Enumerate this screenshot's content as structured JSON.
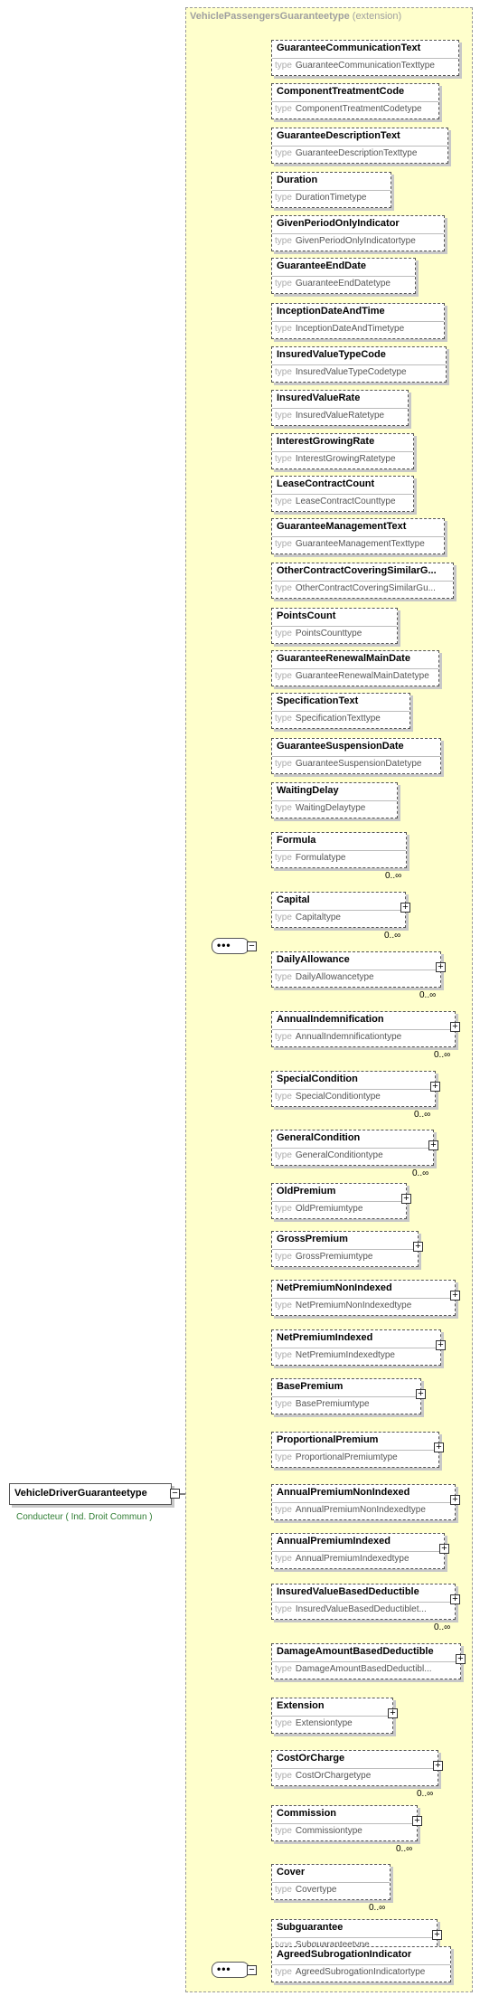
{
  "root": {
    "name": "VehicleDriverGuaranteetype",
    "documentation": "Conducteur ( Ind. Droit Commun )"
  },
  "extension": {
    "name": "VehiclePassengersGuaranteetype",
    "kind": "(extension)"
  },
  "type_keyword": "type",
  "elements": [
    {
      "name": "GuaranteeCommunicationText",
      "type": "GuaranteeCommunicationTexttype",
      "optional": true
    },
    {
      "name": "ComponentTreatmentCode",
      "type": "ComponentTreatmentCodetype",
      "optional": true
    },
    {
      "name": "GuaranteeDescriptionText",
      "type": "GuaranteeDescriptionTexttype",
      "optional": true
    },
    {
      "name": "Duration",
      "type": "DurationTimetype",
      "optional": true
    },
    {
      "name": "GivenPeriodOnlyIndicator",
      "type": "GivenPeriodOnlyIndicatortype",
      "optional": true
    },
    {
      "name": "GuaranteeEndDate",
      "type": "GuaranteeEndDatetype",
      "optional": true
    },
    {
      "name": "InceptionDateAndTime",
      "type": "InceptionDateAndTimetype",
      "optional": true
    },
    {
      "name": "InsuredValueTypeCode",
      "type": "InsuredValueTypeCodetype",
      "optional": true
    },
    {
      "name": "InsuredValueRate",
      "type": "InsuredValueRatetype",
      "optional": true
    },
    {
      "name": "InterestGrowingRate",
      "type": "InterestGrowingRatetype",
      "optional": true
    },
    {
      "name": "LeaseContractCount",
      "type": "LeaseContractCounttype",
      "optional": true
    },
    {
      "name": "GuaranteeManagementText",
      "type": "GuaranteeManagementTexttype",
      "optional": true
    },
    {
      "name": "OtherContractCoveringSimilarG...",
      "type": "OtherContractCoveringSimilarGu...",
      "optional": true
    },
    {
      "name": "PointsCount",
      "type": "PointsCounttype",
      "optional": true
    },
    {
      "name": "GuaranteeRenewalMainDate",
      "type": "GuaranteeRenewalMainDatetype",
      "optional": true
    },
    {
      "name": "SpecificationText",
      "type": "SpecificationTexttype",
      "optional": true
    },
    {
      "name": "GuaranteeSuspensionDate",
      "type": "GuaranteeSuspensionDatetype",
      "optional": true
    },
    {
      "name": "WaitingDelay",
      "type": "WaitingDelaytype",
      "optional": true
    },
    {
      "name": "Formula",
      "type": "Formulatype",
      "optional": true,
      "card": "0..∞"
    },
    {
      "name": "Capital",
      "type": "Capitaltype",
      "optional": true,
      "card": "0..∞",
      "expand": true
    },
    {
      "name": "DailyAllowance",
      "type": "DailyAllowancetype",
      "optional": true,
      "card": "0..∞",
      "expand": true
    },
    {
      "name": "AnnualIndemnification",
      "type": "AnnualIndemnificationtype",
      "optional": true,
      "card": "0..∞",
      "expand": true
    },
    {
      "name": "SpecialCondition",
      "type": "SpecialConditiontype",
      "optional": true,
      "card": "0..∞",
      "expand": true
    },
    {
      "name": "GeneralCondition",
      "type": "GeneralConditiontype",
      "optional": true,
      "card": "0..∞",
      "expand": true
    },
    {
      "name": "OldPremium",
      "type": "OldPremiumtype",
      "optional": true,
      "expand": true
    },
    {
      "name": "GrossPremium",
      "type": "GrossPremiumtype",
      "optional": true,
      "expand": true
    },
    {
      "name": "NetPremiumNonIndexed",
      "type": "NetPremiumNonIndexedtype",
      "optional": true,
      "expand": true
    },
    {
      "name": "NetPremiumIndexed",
      "type": "NetPremiumIndexedtype",
      "optional": true,
      "expand": true
    },
    {
      "name": "BasePremium",
      "type": "BasePremiumtype",
      "optional": true,
      "expand": true
    },
    {
      "name": "ProportionalPremium",
      "type": "ProportionalPremiumtype",
      "optional": true,
      "expand": true
    },
    {
      "name": "AnnualPremiumNonIndexed",
      "type": "AnnualPremiumNonIndexedtype",
      "optional": true,
      "expand": true
    },
    {
      "name": "AnnualPremiumIndexed",
      "type": "AnnualPremiumIndexedtype",
      "optional": true,
      "expand": true
    },
    {
      "name": "InsuredValueBasedDeductible",
      "type": "InsuredValueBasedDeductiblet...",
      "optional": true,
      "card": "0..∞",
      "expand": true
    },
    {
      "name": "DamageAmountBasedDeductible",
      "type": "DamageAmountBasedDeductibl...",
      "optional": true,
      "expand": true
    },
    {
      "name": "Extension",
      "type": "Extensiontype",
      "optional": true,
      "expand": true
    },
    {
      "name": "CostOrCharge",
      "type": "CostOrChargetype",
      "optional": true,
      "card": "0..∞",
      "expand": true
    },
    {
      "name": "Commission",
      "type": "Commissiontype",
      "optional": true,
      "card": "0..∞",
      "expand": true
    },
    {
      "name": "Cover",
      "type": "Covertype",
      "optional": true,
      "card": "0..∞"
    },
    {
      "name": "Subguarantee",
      "type": "Subguaranteetype",
      "optional": true,
      "card": "0..∞",
      "expand": true
    }
  ],
  "tail_element": {
    "name": "AgreedSubrogationIndicator",
    "type": "AgreedSubrogationIndicatortype",
    "optional": true
  }
}
